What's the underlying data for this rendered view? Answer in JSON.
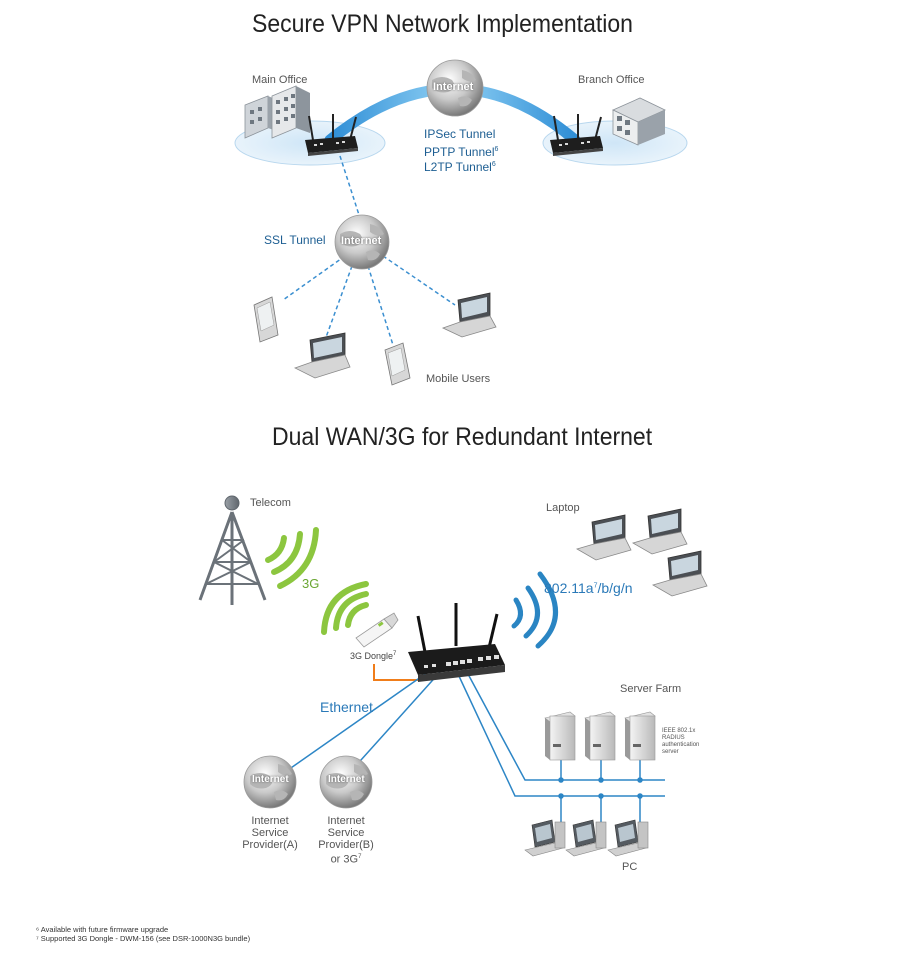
{
  "vpn": {
    "title": "Secure VPN Network Implementation",
    "main_office": "Main Office",
    "branch_office": "Branch Office",
    "internet_label": "Internet",
    "tunnels": [
      "IPSec Tunnel",
      "PPTP Tunnel",
      "L2TP Tunnel"
    ],
    "tunnel_footnote_mark": "6",
    "ssl_tunnel": "SSL Tunnel",
    "mobile_users": "Mobile Users"
  },
  "wan": {
    "title": "Dual WAN/3G for Redundant Internet",
    "telecom": "Telecom",
    "label_3g": "3G",
    "dongle": "3G Dongle",
    "dongle_mark": "7",
    "laptop": "Laptop",
    "wifi_prefix": "802.11a",
    "wifi_mark": "7",
    "wifi_suffix": "/b/g/n",
    "ethernet": "Ethernet",
    "server_farm": "Server Farm",
    "radius": "IEEE 802.1x RADIUS authentication server",
    "internet_label": "Internet",
    "isp_a": [
      "Internet",
      "Service",
      "Provider(A)"
    ],
    "isp_b": [
      "Internet",
      "Service",
      "Provider(B)",
      "or 3G"
    ],
    "isp_b_mark": "7",
    "pc": "PC"
  },
  "footnotes": [
    "⁶ Available with future firmware upgrade",
    "⁷ Supported 3G Dongle - DWM-156 (see DSR-1000N3G bundle)"
  ],
  "colors": {
    "arc_blue": "#5aaee0",
    "dash_blue": "#3b8fd0",
    "ethernet_blue": "#2d86c6",
    "wireless_green": "#8cc63f",
    "wireless_blue": "#2a85c3",
    "orange_cable": "#f07d1a"
  }
}
